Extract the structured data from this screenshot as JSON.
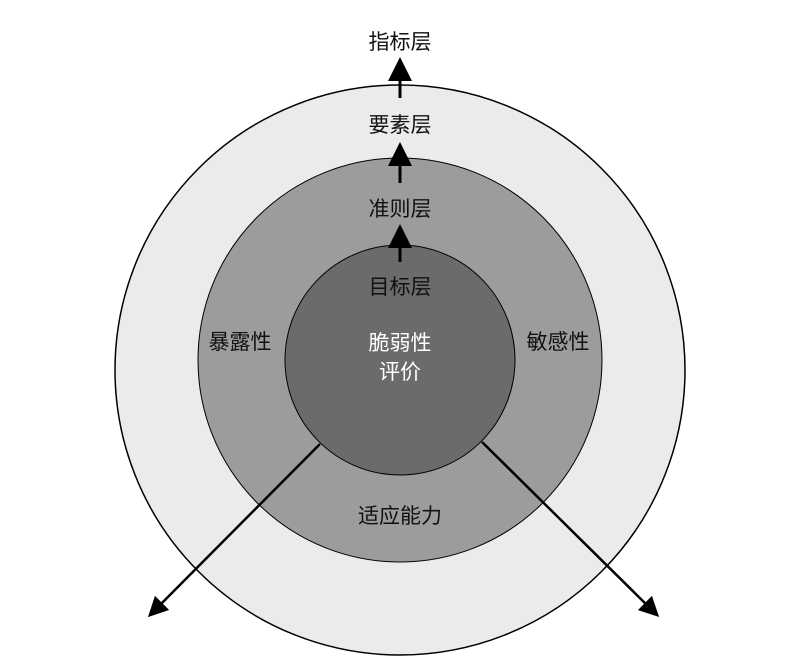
{
  "colors": {
    "outer_ring": "#ebebeb",
    "middle_ring": "#9c9c9c",
    "inner_circle": "#6b6b6b",
    "stroke": "#000000",
    "center_text": "#ffffff"
  },
  "layers": {
    "indicator": "指标层",
    "element": "要素层",
    "criterion": "准则层",
    "target": "目标层"
  },
  "center": {
    "line1": "脆弱性",
    "line2": "评价"
  },
  "criteria": {
    "exposure": "暴露性",
    "sensitivity": "敏感性",
    "adaptive_capacity": "适应能力"
  }
}
